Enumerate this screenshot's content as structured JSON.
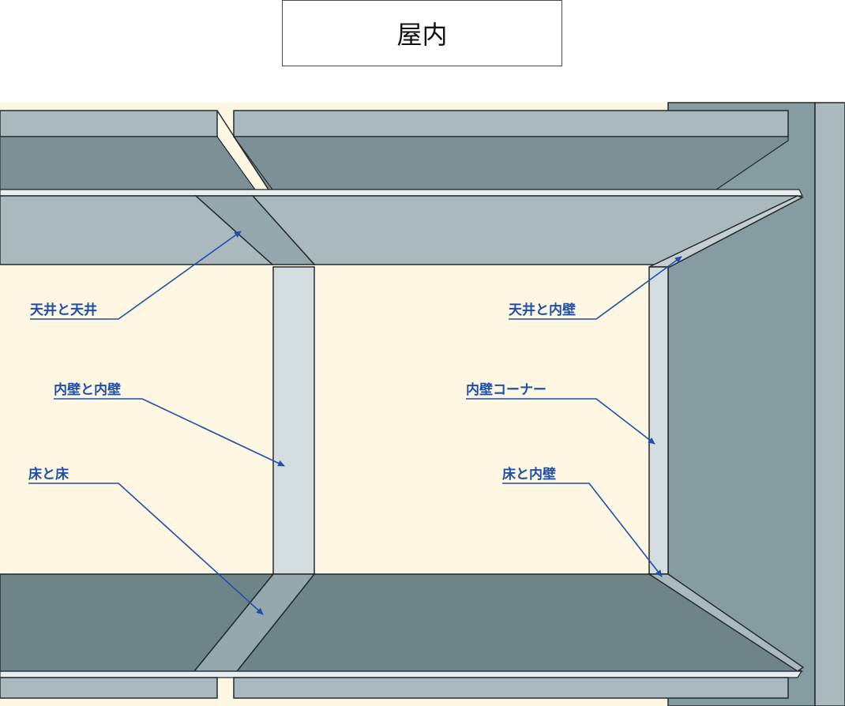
{
  "title": "屋内",
  "labels": {
    "ceiling_ceiling": "天井と天井",
    "wall_wall": "内壁と内壁",
    "floor_floor": "床と床",
    "ceiling_wall": "天井と内壁",
    "wall_corner": "内壁コーナー",
    "floor_wall": "床と内壁"
  },
  "colors": {
    "label": "#1f4fa8",
    "wall_beige": "#fdf7e4",
    "ceiling_panel": "#a9b9bd",
    "ceiling_dark": "#7d9096",
    "floor_panel": "#6f8489",
    "side_wall": "#879ca1",
    "joint_strip": "#d4dde0",
    "outline": "#222a2c"
  }
}
